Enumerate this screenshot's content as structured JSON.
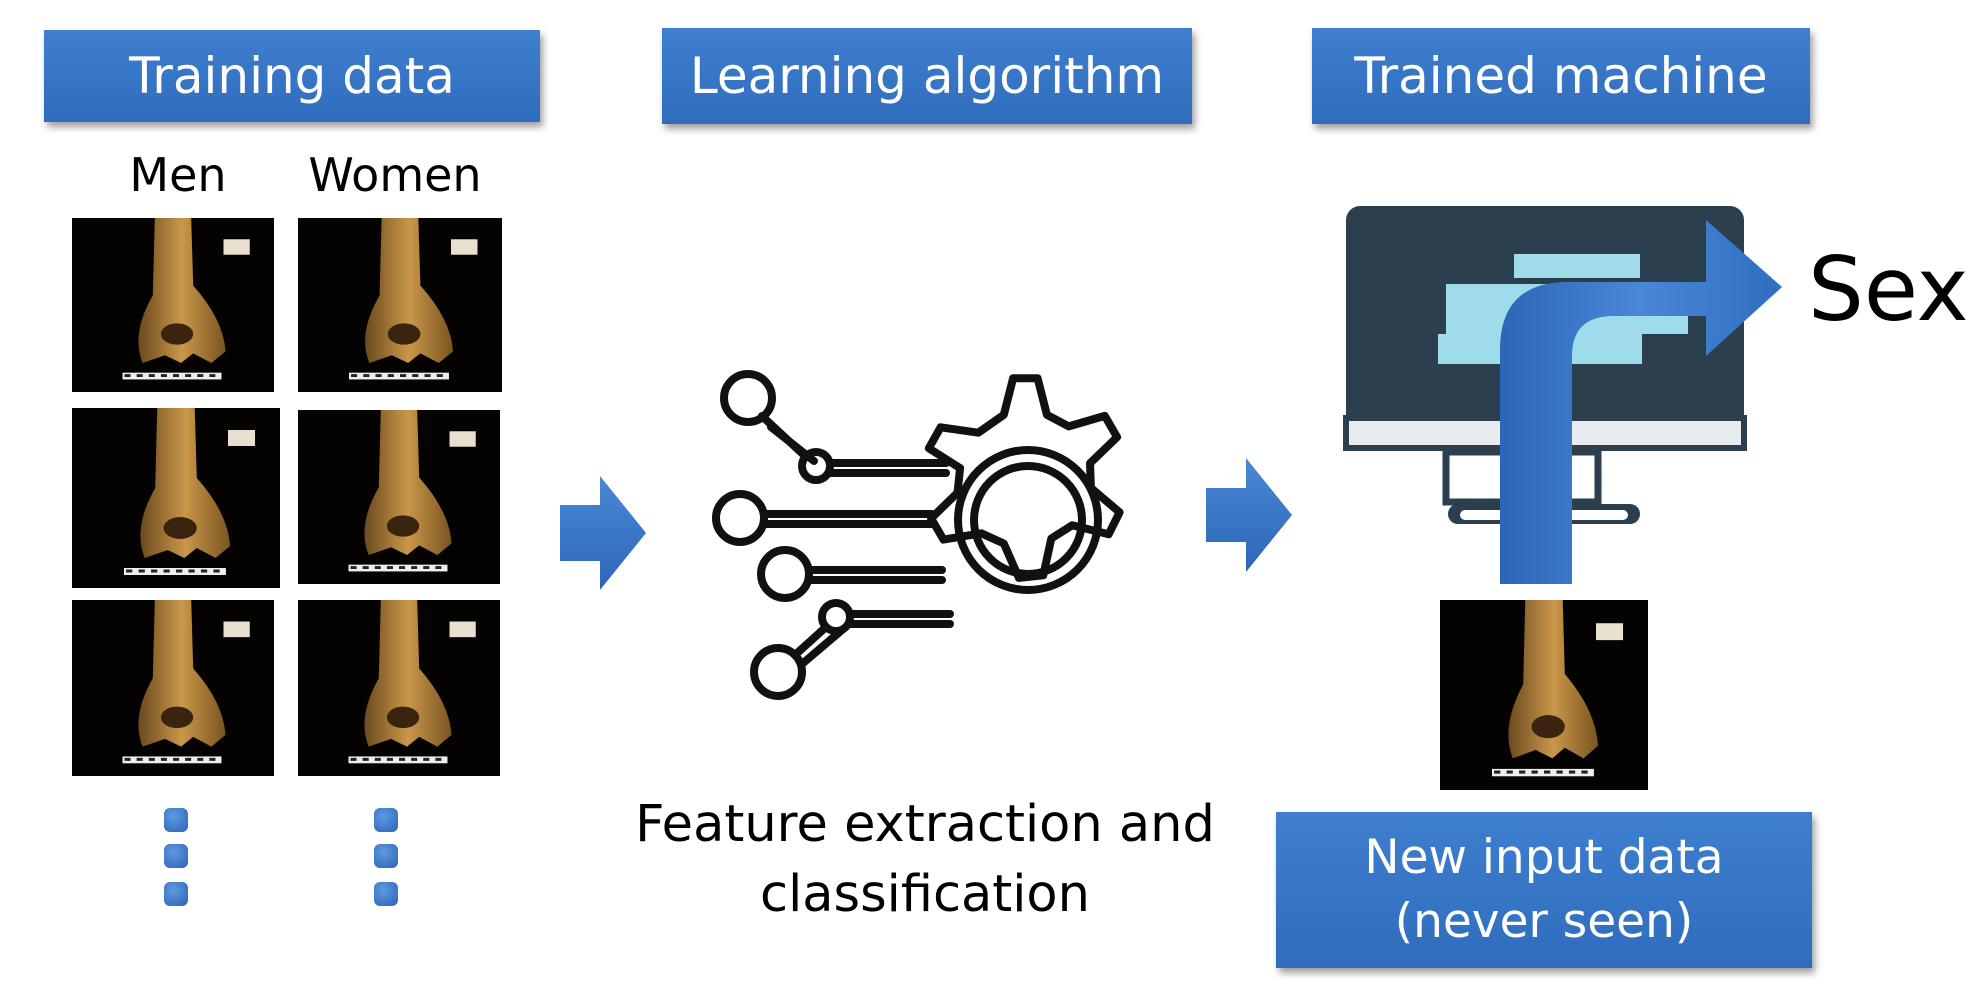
{
  "headers": {
    "training": "Training data",
    "learning": "Learning algorithm",
    "trained": "Trained machine",
    "new_input": "New input data\n(never seen)"
  },
  "labels": {
    "men": "Men",
    "women": "Women",
    "feature": "Feature extraction and\nclassification",
    "output": "Sex"
  },
  "icons": [
    "bone-photo",
    "right-arrow-icon",
    "gear-network-icon",
    "monitor-icon",
    "curved-arrow-icon",
    "ellipsis-dots-icon"
  ],
  "colors": {
    "header_blue": "#3a78c9",
    "arrow_blue": "#3a78c9",
    "icon_dark": "#2b3f4e",
    "screen_light": "#9fdceb"
  }
}
